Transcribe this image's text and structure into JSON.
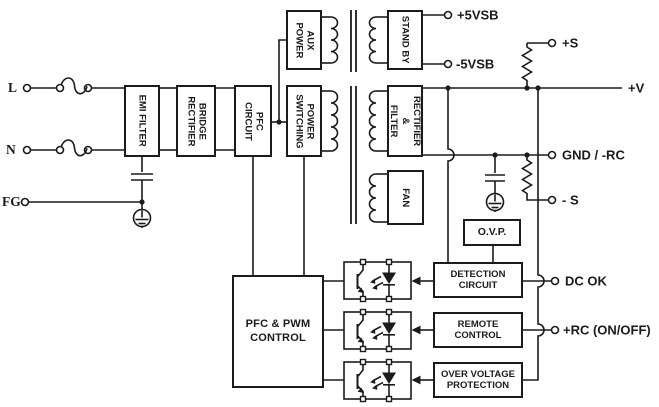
{
  "inputs": {
    "line": "L",
    "neutral": "N",
    "frame_ground": "FG"
  },
  "blocks": {
    "emi_filter": "EMI FILTER",
    "bridge_rectifier": "BRIDGE\nRECTIFIER",
    "pfc_circuit": "PFC\nCIRCUIT",
    "power_switching": "POWER\nSWITCHING",
    "aux_power": "AUX\nPOWER",
    "stand_by": "STAND BY",
    "rectifier_filter": "RECTIFIER\n&\nFILTER",
    "fan": "FAN",
    "ovp": "O.V.P.",
    "detection_circuit": "DETECTION\nCIRCUIT",
    "remote_control": "REMOTE\nCONTROL",
    "over_voltage_protection": "OVER VOLTAGE\nPROTECTION",
    "pfc_pwm_control": "PFC & PWM\nCONTROL"
  },
  "outputs": {
    "p5vsb": "+5VSB",
    "n5vsb": "-5VSB",
    "plus_s": "+S",
    "plus_v": "+V",
    "gnd_rc": "GND / -RC",
    "minus_s": "- S",
    "dc_ok": "DC OK",
    "rc_onoff": "+RC (ON/OFF)"
  },
  "colors": {
    "line": "#1b1b1b",
    "background": "#ffffff"
  }
}
